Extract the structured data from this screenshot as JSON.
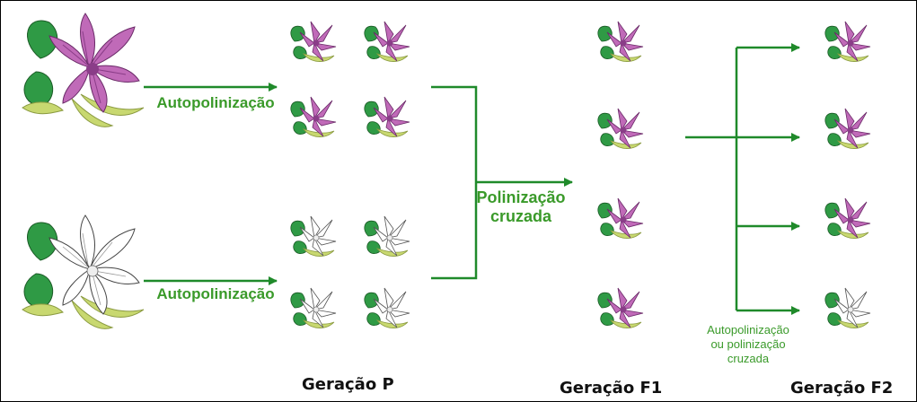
{
  "labels": {
    "self_pollination_top": "Autopolinização",
    "self_pollination_bottom": "Autopolinização",
    "cross_pollination_line1": "Polinização",
    "cross_pollination_line2": "cruzada",
    "f2_note_line1": "Autopolinização",
    "f2_note_line2": "ou polinização",
    "f2_note_line3": "cruzada"
  },
  "generations": {
    "p": "Geração P",
    "f1": "Geração F1",
    "f2": "Geração F2"
  },
  "colors": {
    "arrow": "#1f8a2a",
    "label": "#3a9a2a",
    "purple_petal": "#c06ab8",
    "purple_vein": "#8a3d88",
    "white_petal": "#ffffff",
    "leaf": "#2f9a45",
    "stem": "#c8d870"
  },
  "plants": {
    "parent_top": "purple",
    "parent_bottom": "white",
    "generation_p": [
      "purple",
      "purple",
      "purple",
      "purple",
      "white",
      "white",
      "white",
      "white"
    ],
    "generation_f1": [
      "purple",
      "purple",
      "purple",
      "purple"
    ],
    "generation_f2": [
      "purple",
      "purple",
      "purple",
      "white"
    ]
  }
}
